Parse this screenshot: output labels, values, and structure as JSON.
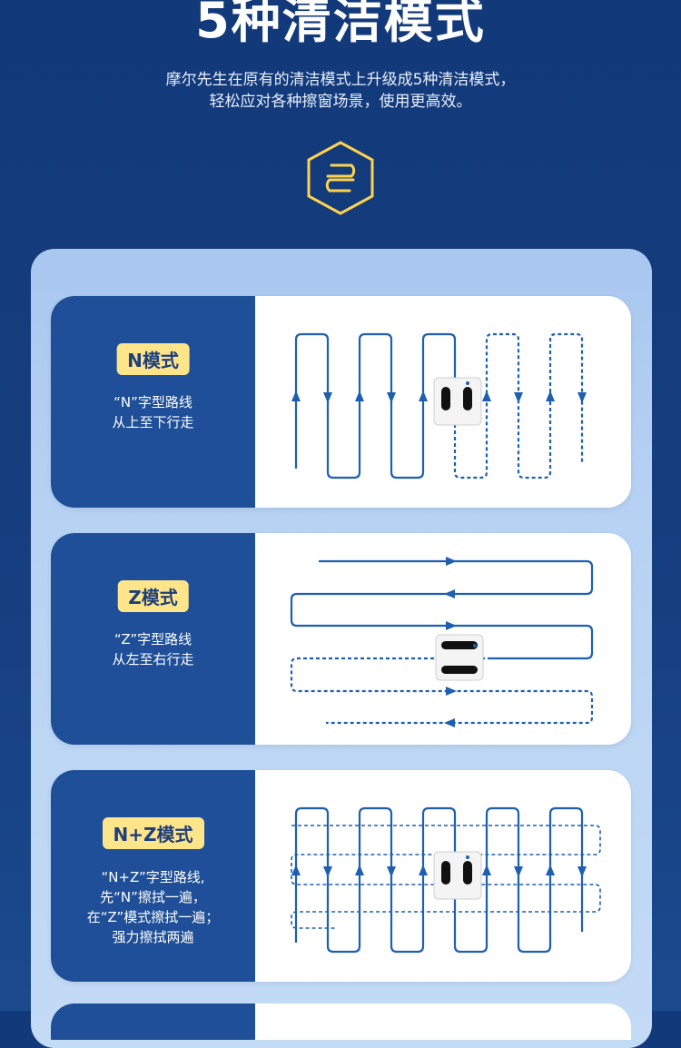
{
  "header": {
    "title": "5种清洁模式",
    "subtitle_line1": "摩尔先生在原有的清洁模式上升级成5种清洁模式，",
    "subtitle_line2": "轻松应对各种擦窗场景，使用更高效。"
  },
  "badge": {
    "icon": "cleaning-path-icon",
    "color": "#ffd24d"
  },
  "colors": {
    "navy": "#123a7a",
    "card_left": "#1e4f98",
    "pill": "#ffe58a",
    "path": "#1e5fb0"
  },
  "modes": [
    {
      "label": "N模式",
      "line1": "“N”字型路线",
      "line2": "从上至下行走"
    },
    {
      "label": "Z模式",
      "line1": "“Z”字型路线",
      "line2": "从左至右行走"
    },
    {
      "label": "N+Z模式",
      "line1": "“N+Z”字型路线,",
      "line2": "先“N”擦拭一遍，",
      "line3": "在“Z”模式擦拭一遍；",
      "line4": "强力擦拭两遍"
    }
  ]
}
